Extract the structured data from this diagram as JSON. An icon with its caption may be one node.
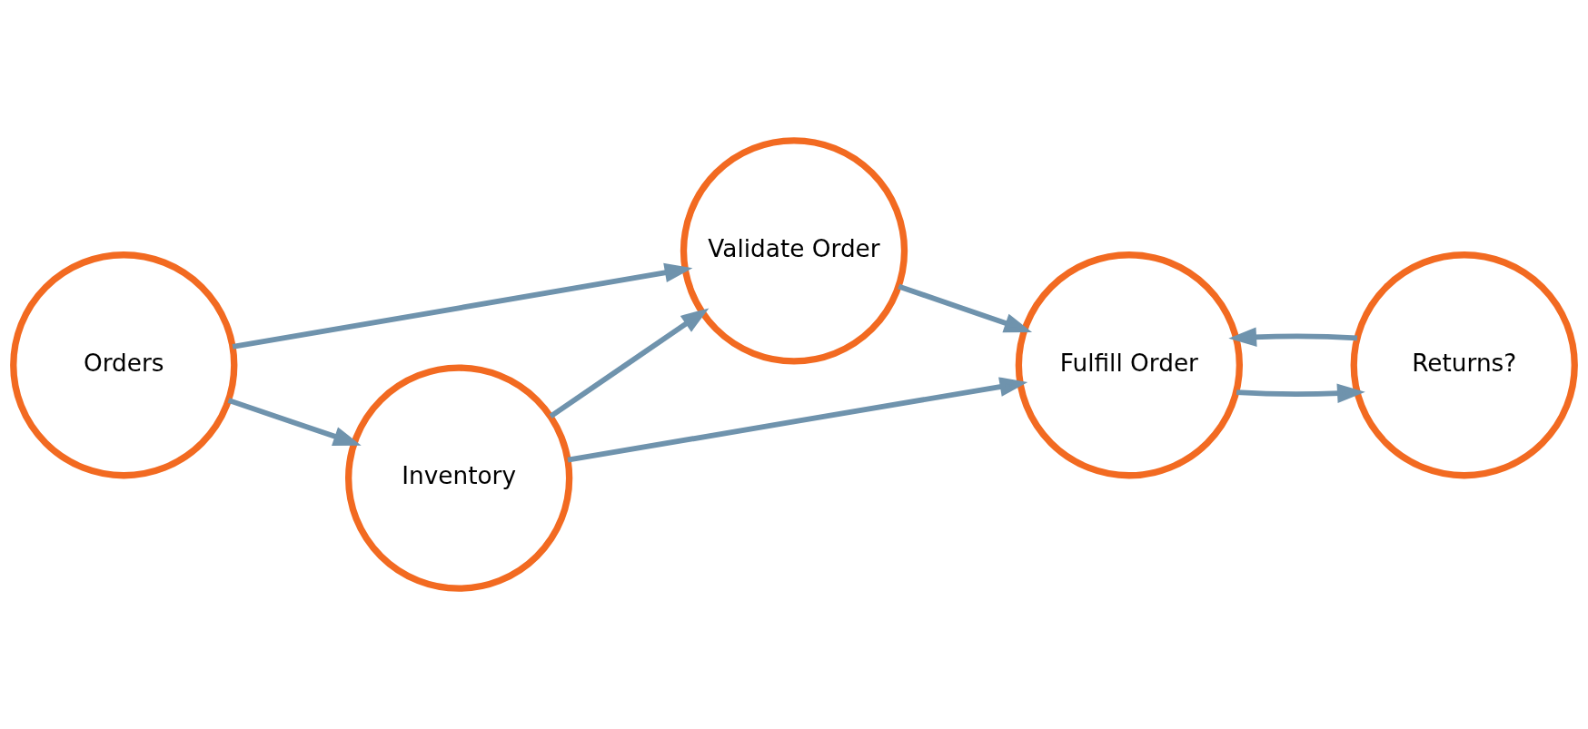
{
  "diagram": {
    "nodes": [
      {
        "text": [
          "Orders"
        ]
      },
      {
        "text": [
          "Validate Order"
        ]
      },
      {
        "text": [
          "Returns?"
        ]
      },
      {
        "text": [
          "Inventory"
        ]
      },
      {
        "text": [
          "Fulfill Order"
        ]
      }
    ],
    "edges": [
      {
        "from": 0,
        "to": 1,
        "arrow": "to"
      },
      {
        "from": 0,
        "to": 3,
        "arrow": "to"
      },
      {
        "from": 3,
        "to": 1,
        "arrow": "to"
      },
      {
        "from": 1,
        "to": 4,
        "arrow": "to"
      },
      {
        "from": 3,
        "to": 4,
        "arrow": "to"
      },
      {
        "from": 4,
        "to": 2,
        "arrow": "to"
      },
      {
        "from": 2,
        "to": 4,
        "arrow": "to"
      }
    ]
  }
}
